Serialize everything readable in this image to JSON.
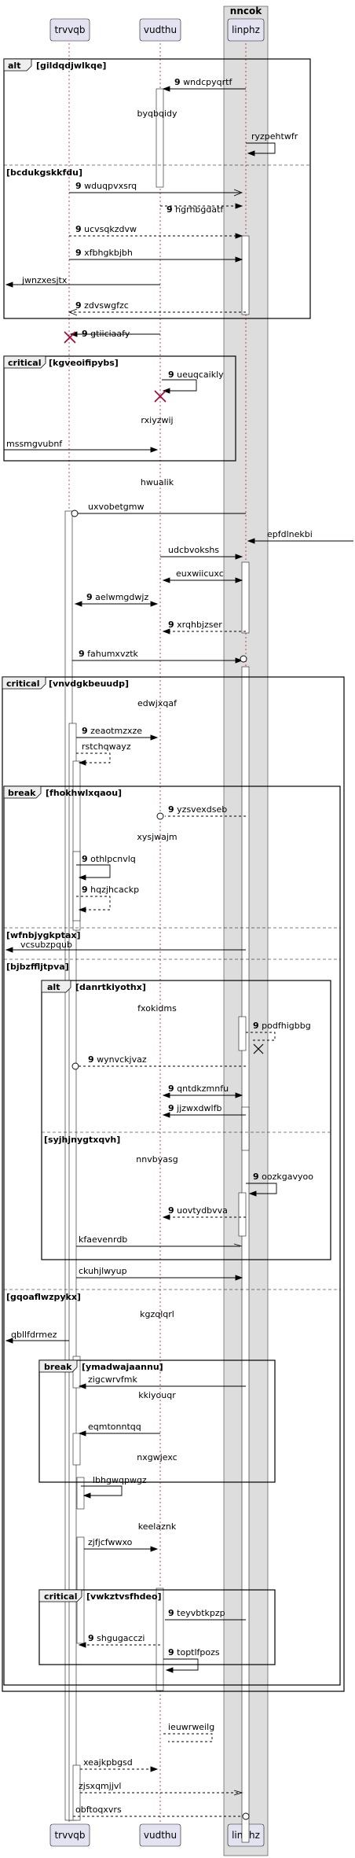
{
  "box": {
    "title": "nncok",
    "color": "#dddddd"
  },
  "participants": [
    {
      "id": "trvvqb",
      "label": "trvvqb"
    },
    {
      "id": "vudthu",
      "label": "vudthu"
    },
    {
      "id": "linphz",
      "label": "linphz"
    }
  ],
  "colors": {
    "participant_fill": "#e2e2f0",
    "participant_stroke": "#181818",
    "lifeline": "#b22222",
    "activation_fill": "#ffffff",
    "destroy": "#a80036"
  },
  "frames": [
    {
      "kind": "alt",
      "guard": "[gildqdjwlkqe]",
      "sections": [
        "[bcdukgskkfdu]"
      ]
    },
    {
      "kind": "critical",
      "guard": "[kgveoifipybs]",
      "sections": []
    },
    {
      "kind": "critical",
      "guard": "[vnvdgkbeuudp]",
      "sections": []
    },
    {
      "kind": "break",
      "guard": "[fhokhwlxqaou]",
      "sections": [
        "[wfnbjygkptax]",
        "[bjbzffljtpva]",
        "[gqoaflwzpykx]"
      ]
    },
    {
      "kind": "alt",
      "guard": "[danrtkiyothx]",
      "sections": [
        "[syjhjnygtxqvh]"
      ]
    },
    {
      "kind": "break",
      "guard": "[ymadwajaannu]",
      "sections": []
    },
    {
      "kind": "critical",
      "guard": "[vwkztvsfhdeo]",
      "sections": []
    }
  ],
  "dividers": [
    "byqbqidy",
    "rxiyzwij",
    "hwualik",
    "edwjxqaf",
    "xysjwajm",
    "fxokidms",
    "nnvbyasg",
    "kgzqlqrl",
    "kkiyouqr",
    "nxgwjexc",
    "keelaznk"
  ],
  "messages": [
    {
      "num": "9",
      "text": "wndcpyqrtf"
    },
    {
      "num": "",
      "text": "ryzpehtwfr"
    },
    {
      "num": "9",
      "text": "wduqpvxsrq"
    },
    {
      "num": "9",
      "text": "hgrhbgdatf"
    },
    {
      "num": "9",
      "text": "ucvsqkzdvw"
    },
    {
      "num": "9",
      "text": "xfbhgkbjbh"
    },
    {
      "num": "",
      "text": "jwnzxesjtx"
    },
    {
      "num": "9",
      "text": "zdvswgfzc"
    },
    {
      "num": "9",
      "text": "gtiiciaafy"
    },
    {
      "num": "9",
      "text": "ueuqcaikly"
    },
    {
      "num": "",
      "text": "mssmgvubnf"
    },
    {
      "num": "",
      "text": "uxvobetgmw"
    },
    {
      "num": "",
      "text": "epfdlnekbi"
    },
    {
      "num": "",
      "text": "udcbvokshs"
    },
    {
      "num": "",
      "text": "euxwiicuxc"
    },
    {
      "num": "9",
      "text": "aelwmgdwjz"
    },
    {
      "num": "9",
      "text": "xrqhbjzser"
    },
    {
      "num": "9",
      "text": "fahumxvztk"
    },
    {
      "num": "9",
      "text": "zeaotmzxze"
    },
    {
      "num": "",
      "text": "rstchqwayz"
    },
    {
      "num": "9",
      "text": "yzsvexdseb"
    },
    {
      "num": "9",
      "text": "othlpcnvlq"
    },
    {
      "num": "9",
      "text": "hqzjhcackp"
    },
    {
      "num": "",
      "text": "vcsubzpqub"
    },
    {
      "num": "9",
      "text": "podfhigbbg"
    },
    {
      "num": "9",
      "text": "wynvckjvaz"
    },
    {
      "num": "9",
      "text": "qntdkzmnfu"
    },
    {
      "num": "9",
      "text": "jjzwxdwlfb"
    },
    {
      "num": "9",
      "text": "oozkgavyoo"
    },
    {
      "num": "9",
      "text": "uovtydbvva"
    },
    {
      "num": "",
      "text": "kfaevenrdb"
    },
    {
      "num": "",
      "text": "ckuhjlwyup"
    },
    {
      "num": "",
      "text": "qbllfdrmez"
    },
    {
      "num": "",
      "text": "zigcwrvfmk"
    },
    {
      "num": "",
      "text": "eqmtonntqq"
    },
    {
      "num": "",
      "text": "lbhgwqpwgz"
    },
    {
      "num": "",
      "text": "zjfjcfwwxo"
    },
    {
      "num": "9",
      "text": "teyvbtkpzp"
    },
    {
      "num": "9",
      "text": "shgugacczi"
    },
    {
      "num": "9",
      "text": "toptlfpozs"
    },
    {
      "num": "",
      "text": "ieuwrweilg"
    },
    {
      "num": "",
      "text": "xeajkpbgsd"
    },
    {
      "num": "",
      "text": "zjsxqmjjvl"
    },
    {
      "num": "",
      "text": "obftoqxvrs"
    }
  ]
}
